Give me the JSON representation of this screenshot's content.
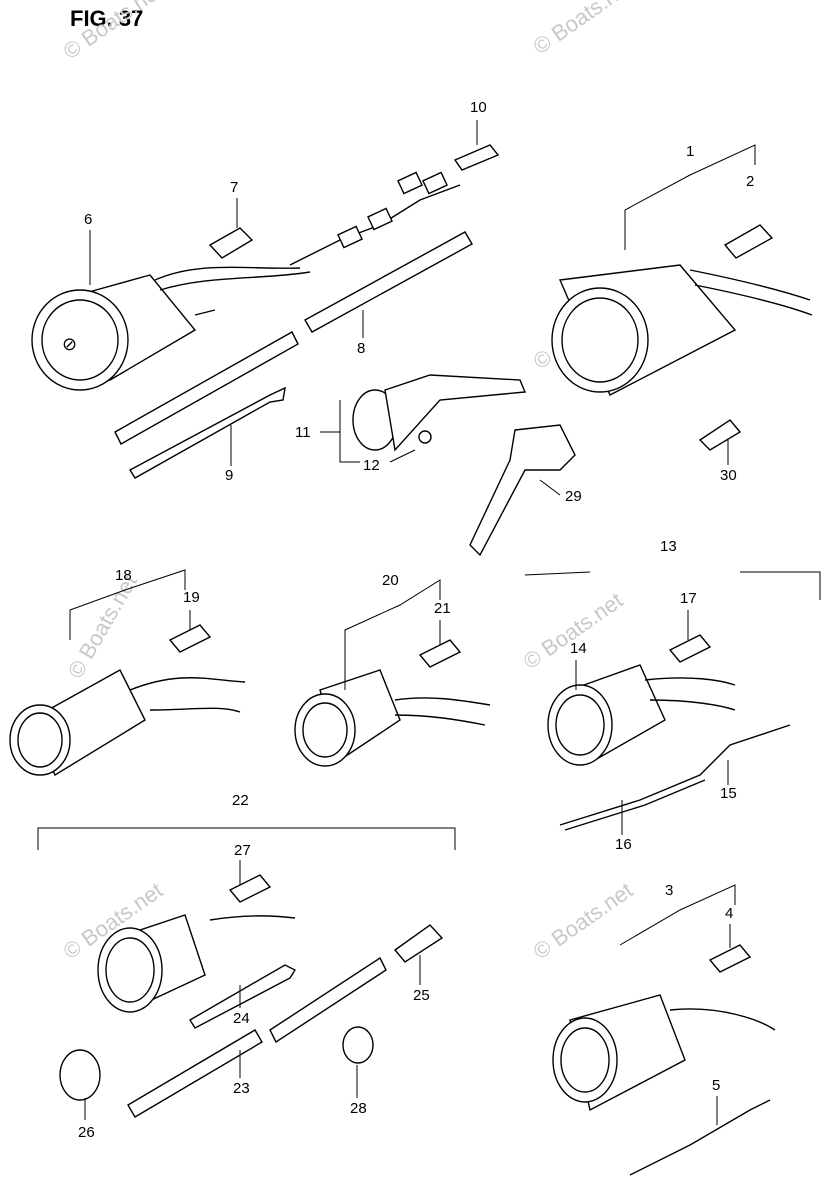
{
  "figure_title": "FIG. 37",
  "watermark": "© Boats.net",
  "callouts": {
    "c1": "1",
    "c2": "2",
    "c3": "3",
    "c4": "4",
    "c5": "5",
    "c6": "6",
    "c7": "7",
    "c8": "8",
    "c9": "9",
    "c10": "10",
    "c11": "11",
    "c12": "12",
    "c13": "13",
    "c14": "14",
    "c15": "15",
    "c16": "16",
    "c17": "17",
    "c18": "18",
    "c19": "19",
    "c20": "20",
    "c21": "21",
    "c22": "22",
    "c23": "23",
    "c24": "24",
    "c25": "25",
    "c26": "26",
    "c27": "27",
    "c28": "28",
    "c29": "29",
    "c30": "30"
  }
}
